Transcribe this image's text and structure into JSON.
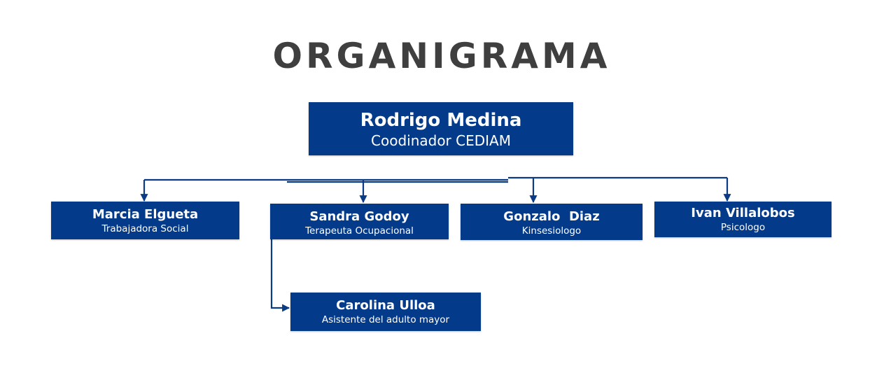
{
  "title": "ORGANIGRAMA",
  "colors": {
    "box_fill": "#033a8a",
    "connector": "#0b3b82",
    "title_text": "#3f3f3f",
    "box_text": "#ffffff"
  },
  "root": {
    "name": "Rodrigo Medina",
    "role": "Coodinador CEDIAM"
  },
  "team": [
    {
      "name": "Marcia Elgueta",
      "role": "Trabajadora Social"
    },
    {
      "name": "Sandra Godoy",
      "role": "Terapeuta Ocupacional"
    },
    {
      "name": "Gonzalo  Diaz",
      "role": "Kinsesiologo"
    },
    {
      "name": "Ivan Villalobos",
      "role": "Psicologo"
    }
  ],
  "sub": {
    "name": "Carolina Ulloa",
    "role": "Asistente del adulto mayor"
  }
}
